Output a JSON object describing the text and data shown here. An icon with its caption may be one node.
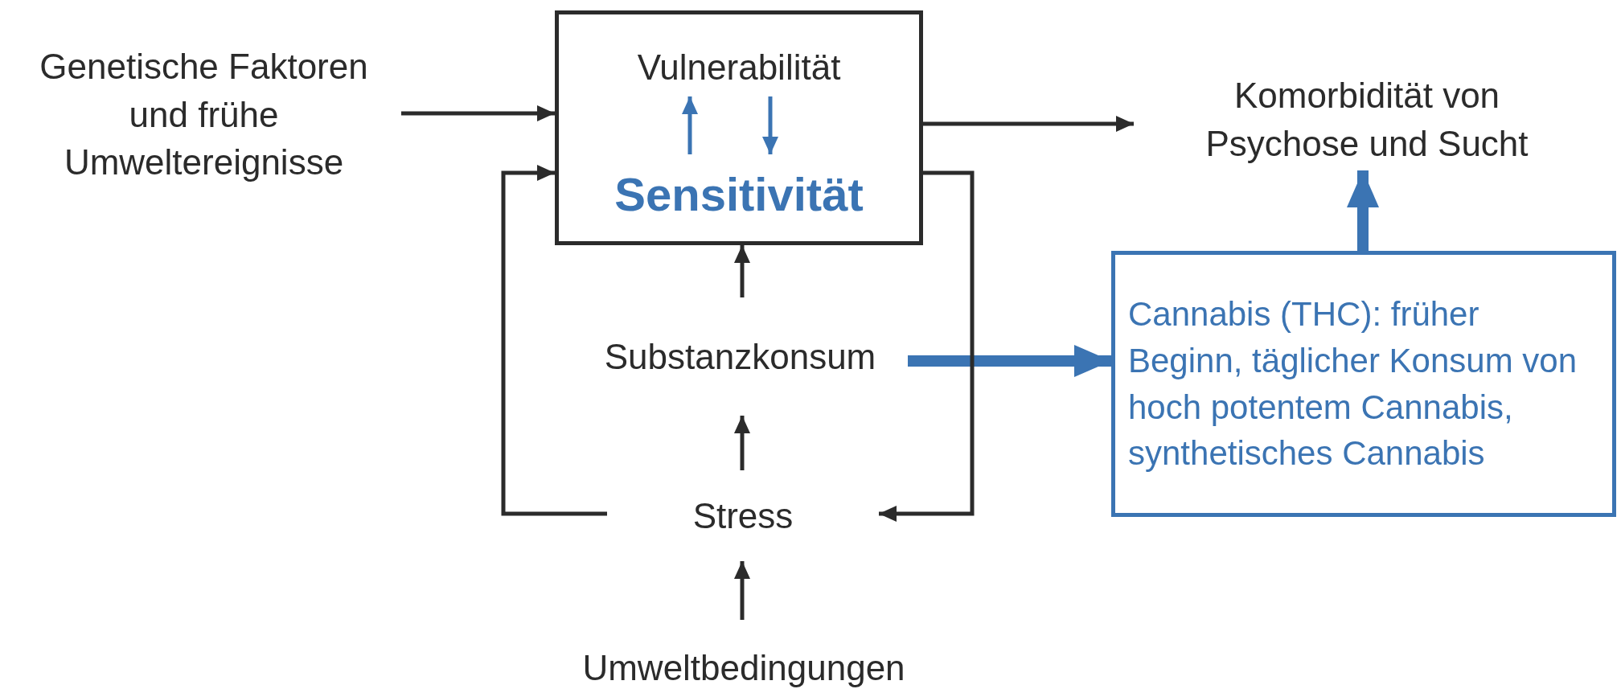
{
  "diagram": {
    "nodes": [
      {
        "text": [
          "Genetische Faktoren und frühe Umweltereignisse"
        ]
      },
      {
        "text": [],
        "shape": "box"
      },
      {
        "text": [
          "Vulnerabilität"
        ],
        "in": 1
      },
      {
        "text": [
          "Sensitivität"
        ],
        "in": 1
      },
      {
        "text": [
          "Komorbidität von Psychose und Sucht"
        ]
      },
      {
        "text": [
          "Substanzkonsum"
        ]
      },
      {
        "text": [
          "Cannabis (THC): früher Beginn, täglicher Konsum von hoch potentem Cannabis, synthetisches Cannabis"
        ]
      },
      {
        "text": [
          "Stress"
        ]
      },
      {
        "text": [
          "Umweltbedingungen"
        ]
      }
    ],
    "edges": [
      {
        "from": 0,
        "to": 1,
        "arrow": "to"
      },
      {
        "from": 1,
        "to": 4,
        "arrow": "to"
      },
      {
        "from": 3,
        "to": 2,
        "arrow": "to",
        "color": "#3b74b3"
      },
      {
        "from": 2,
        "to": 3,
        "arrow": "to",
        "color": "#3b74b3"
      },
      {
        "from": 5,
        "to": 1,
        "arrow": "to"
      },
      {
        "from": 7,
        "to": 5,
        "arrow": "to"
      },
      {
        "from": 8,
        "to": 7,
        "arrow": "to"
      },
      {
        "from": 5,
        "to": 6,
        "arrow": "to",
        "style": "thick",
        "color": "#3b74b3"
      },
      {
        "from": 6,
        "to": 4,
        "arrow": "to",
        "style": "thick",
        "color": "#3b74b3"
      },
      {
        "from": 7,
        "to": 1,
        "arrow": "to"
      },
      {
        "from": 1,
        "to": 7,
        "arrow": "to"
      }
    ]
  }
}
